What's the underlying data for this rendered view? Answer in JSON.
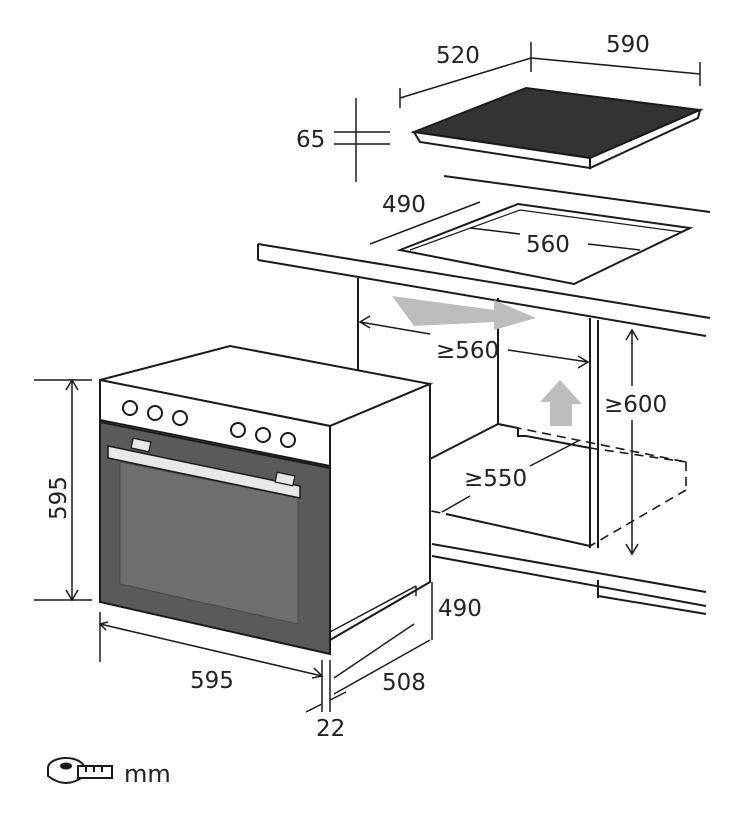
{
  "hob": {
    "width_label": "520",
    "depth_label": "590",
    "height_label": "65"
  },
  "cutout": {
    "depth_label": "490",
    "width_label": "560"
  },
  "niche": {
    "width_label": "≥560",
    "height_label": "≥600",
    "depth_label": "≥550"
  },
  "oven": {
    "height_label": "595",
    "width_label": "595",
    "body_depth_label": "508",
    "depth_label": "490",
    "front_thickness_label": "22"
  },
  "legend": {
    "unit_label": "mm",
    "icon": "tape-measure-icon"
  },
  "colors": {
    "line": "#1a1a1a",
    "hob_glass": "#333333",
    "oven_door": "#5a5a5a",
    "oven_window": "#6e6e6e",
    "airflow_arrow": "#bdbdbd"
  }
}
